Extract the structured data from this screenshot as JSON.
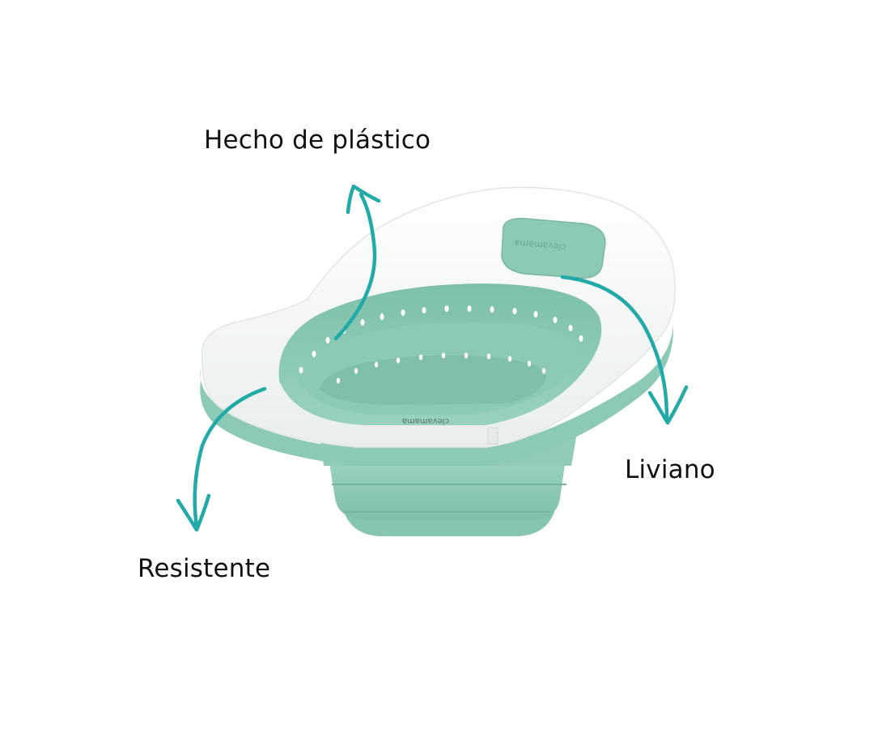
{
  "annotations": {
    "plastic": "Hecho de plástico",
    "light": "Liviano",
    "strong": "Resistente"
  },
  "product": {
    "brand_mark": "clevamama"
  },
  "colors": {
    "background": "#ffffff",
    "tub_white": "#f7f8f8",
    "tub_green": "#8ccab6",
    "tub_green_dark": "#6fb29c",
    "arrow": "#22aaa8",
    "text": "#111111"
  }
}
